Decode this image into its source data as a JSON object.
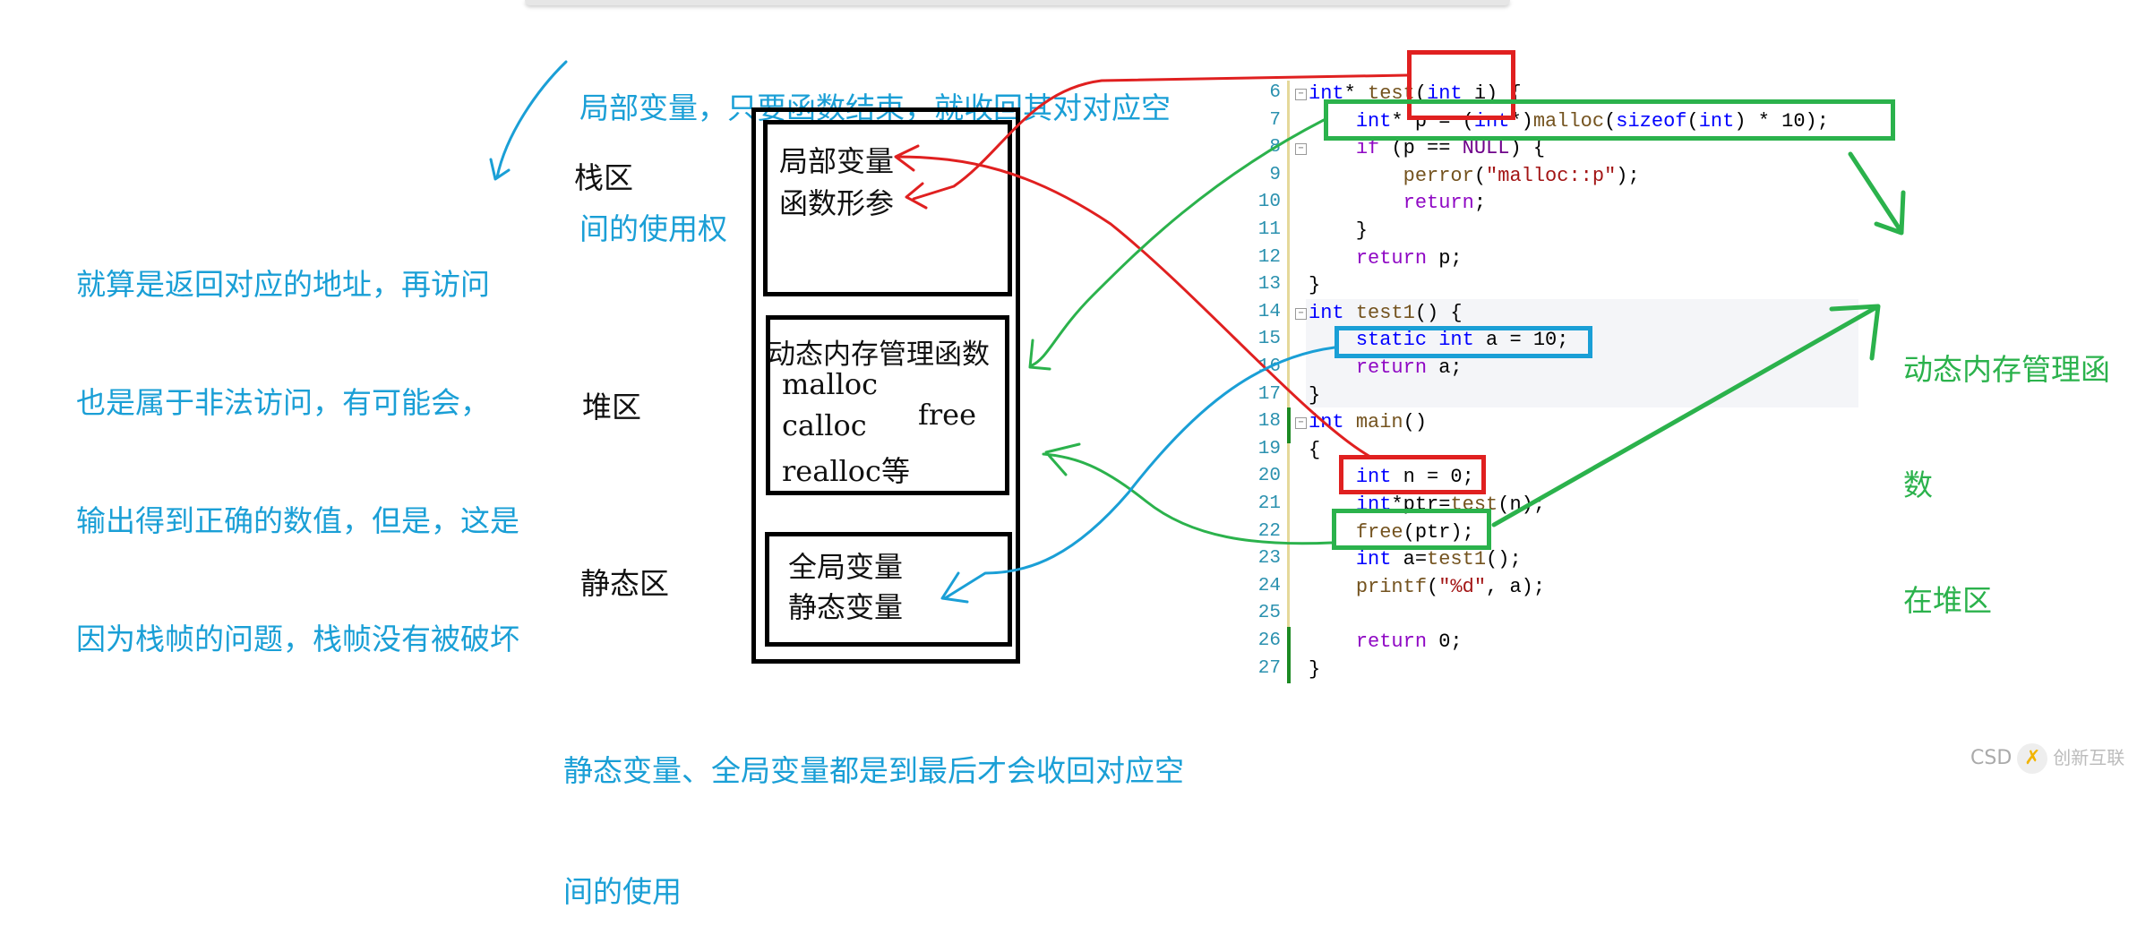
{
  "notes": {
    "top": [
      "局部变量，只要函数结束，就收回其对对应空",
      "间的使用权"
    ],
    "left": [
      "就算是返回对应的地址，再访问",
      "也是属于非法访问，有可能会，",
      "输出得到正确的数值，但是，这是",
      "因为栈帧的问题，栈帧没有被破坏"
    ],
    "bottom": [
      "静态变量、全局变量都是到最后才会收回对应空",
      "间的使用"
    ],
    "right": [
      "动态内存管理函",
      "数",
      "在堆区"
    ]
  },
  "zones": {
    "stack": "栈区",
    "heap": "堆区",
    "static": "静态区"
  },
  "memory_boxes": {
    "stack": [
      "局部变量",
      "函数形参"
    ],
    "heap": {
      "title": "动态内存管理函数",
      "malloc": "malloc",
      "calloc": "calloc",
      "free": "free",
      "realloc": "realloc等"
    },
    "static": [
      "全局变量",
      "静态变量"
    ]
  },
  "code": {
    "colors": {
      "k": "#0000ff",
      "f": "#74531f",
      "r": "#8f08c4",
      "s": "#a31515",
      "m": "#6f008a",
      "p": "#000000"
    },
    "lines": [
      {
        "num": "6",
        "tokens": [
          [
            "int",
            "k"
          ],
          [
            "* ",
            "p"
          ],
          [
            "test",
            "f"
          ],
          [
            "(",
            "p"
          ],
          [
            "int",
            "k"
          ],
          [
            " i) {",
            "p"
          ]
        ]
      },
      {
        "num": "7",
        "tokens": [
          [
            "    ",
            "p"
          ],
          [
            "int",
            "k"
          ],
          [
            "* p = (",
            "p"
          ],
          [
            "int",
            "k"
          ],
          [
            "*)",
            "p"
          ],
          [
            "malloc",
            "f"
          ],
          [
            "(",
            "p"
          ],
          [
            "sizeof",
            "k"
          ],
          [
            "(",
            "p"
          ],
          [
            "int",
            "k"
          ],
          [
            ") * 10);",
            "p"
          ]
        ]
      },
      {
        "num": "8",
        "tokens": [
          [
            "    ",
            "p"
          ],
          [
            "if",
            "r"
          ],
          [
            " (p == ",
            "p"
          ],
          [
            "NULL",
            "m"
          ],
          [
            ") {",
            "p"
          ]
        ]
      },
      {
        "num": "9",
        "tokens": [
          [
            "        ",
            "p"
          ],
          [
            "perror",
            "f"
          ],
          [
            "(",
            "p"
          ],
          [
            "\"malloc::p\"",
            "s"
          ],
          [
            ");",
            "p"
          ]
        ]
      },
      {
        "num": "10",
        "tokens": [
          [
            "        ",
            "p"
          ],
          [
            "return",
            "r"
          ],
          [
            ";",
            "p"
          ]
        ]
      },
      {
        "num": "11",
        "tokens": [
          [
            "    }",
            "p"
          ]
        ]
      },
      {
        "num": "12",
        "tokens": [
          [
            "    ",
            "p"
          ],
          [
            "return",
            "r"
          ],
          [
            " p;",
            "p"
          ]
        ]
      },
      {
        "num": "13",
        "tokens": [
          [
            "}",
            "p"
          ]
        ]
      },
      {
        "num": "14",
        "tokens": [
          [
            "int",
            "k"
          ],
          [
            " ",
            "p"
          ],
          [
            "test1",
            "f"
          ],
          [
            "() {",
            "p"
          ]
        ]
      },
      {
        "num": "15",
        "tokens": [
          [
            "    ",
            "p"
          ],
          [
            "static",
            "k"
          ],
          [
            " ",
            "p"
          ],
          [
            "int",
            "k"
          ],
          [
            " a = 10;",
            "p"
          ]
        ]
      },
      {
        "num": "16",
        "tokens": [
          [
            "    ",
            "p"
          ],
          [
            "return",
            "r"
          ],
          [
            " a;",
            "p"
          ]
        ]
      },
      {
        "num": "17",
        "tokens": [
          [
            "}",
            "p"
          ]
        ]
      },
      {
        "num": "18",
        "tokens": [
          [
            "int",
            "k"
          ],
          [
            " ",
            "p"
          ],
          [
            "main",
            "f"
          ],
          [
            "()",
            "p"
          ]
        ]
      },
      {
        "num": "19",
        "tokens": [
          [
            "{",
            "p"
          ]
        ]
      },
      {
        "num": "20",
        "tokens": [
          [
            "    ",
            "p"
          ],
          [
            "int",
            "k"
          ],
          [
            " n = 0;",
            "p"
          ]
        ]
      },
      {
        "num": "21",
        "tokens": [
          [
            "    ",
            "p"
          ],
          [
            "int",
            "k"
          ],
          [
            "*ptr=",
            "p"
          ],
          [
            "test",
            "f"
          ],
          [
            "(n);",
            "p"
          ]
        ]
      },
      {
        "num": "22",
        "tokens": [
          [
            "    ",
            "p"
          ],
          [
            "free",
            "f"
          ],
          [
            "(ptr);",
            "p"
          ]
        ]
      },
      {
        "num": "23",
        "tokens": [
          [
            "    ",
            "p"
          ],
          [
            "int",
            "k"
          ],
          [
            " a=",
            "p"
          ],
          [
            "test1",
            "f"
          ],
          [
            "();",
            "p"
          ]
        ]
      },
      {
        "num": "24",
        "tokens": [
          [
            "    ",
            "p"
          ],
          [
            "printf",
            "f"
          ],
          [
            "(",
            "p"
          ],
          [
            "\"%d\"",
            "s"
          ],
          [
            ", a);",
            "p"
          ]
        ]
      },
      {
        "num": "25",
        "tokens": []
      },
      {
        "num": "26",
        "tokens": [
          [
            "    ",
            "p"
          ],
          [
            "return",
            "r"
          ],
          [
            " 0;",
            "p"
          ]
        ]
      },
      {
        "num": "27",
        "tokens": [
          [
            "}",
            "p"
          ]
        ]
      }
    ]
  },
  "watermark": {
    "text": "CSD",
    "logo": "创新互联"
  },
  "annotation_colors": {
    "red": "#e02020",
    "green": "#2bb24c",
    "blue": "#1a9fd6"
  }
}
